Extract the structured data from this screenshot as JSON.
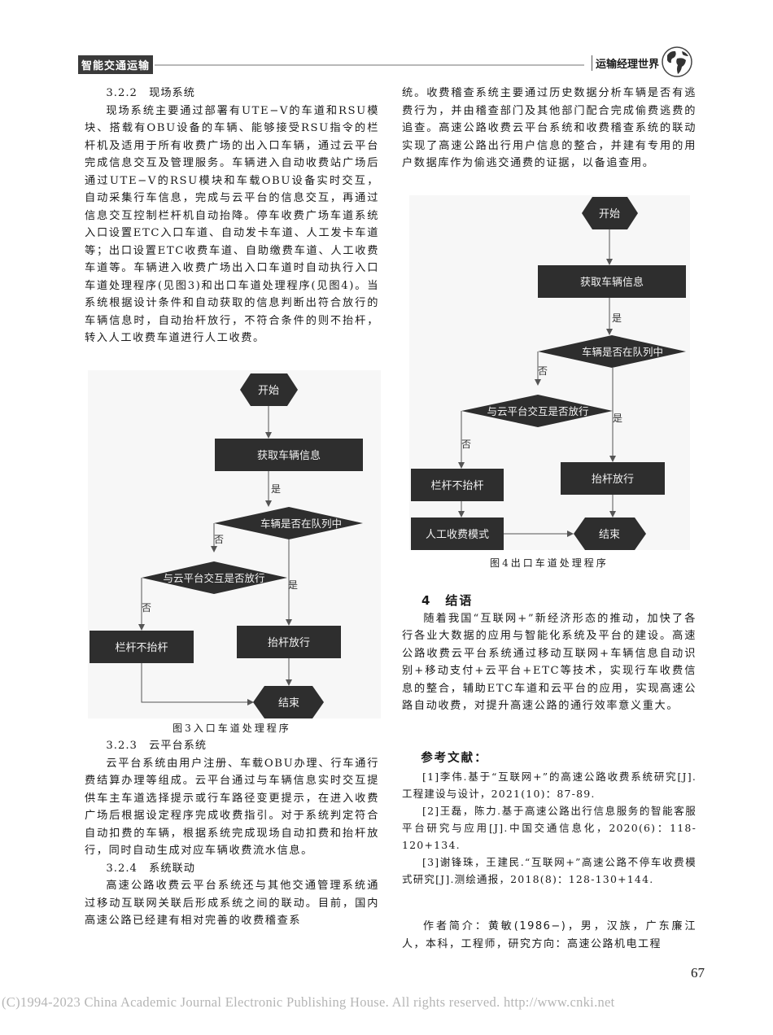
{
  "header": {
    "journal_section": "智能交通运输",
    "magazine_name": "运输经理世界",
    "globe_icon": "globe-icon"
  },
  "left_column": {
    "sec_322_title": "3.2.2　现场系统",
    "sec_322_body": "现场系统主要通过部署有UTE−V的车道和RSU模块、搭载有OBU设备的车辆、能够接受RSU指令的栏杆机及适用于所有收费广场的出入口车辆，通过云平台完成信息交互及管理服务。车辆进入自动收费站广场后通过UTE−V的RSU模块和车载OBU设备实时交互，自动采集行车信息，完成与云平台的信息交互，再通过信息交互控制栏杆机自动抬降。停车收费广场车道系统入口设置ETC入口车道、自动发卡车道、人工发卡车道等；出口设置ETC收费车道、自助缴费车道、人工收费车道等。车辆进入收费广场出入口车道时自动执行入口车道处理程序(见图3)和出口车道处理程序(见图4)。当系统根据设计条件和自动获取的信息判断出符合放行的车辆信息时，自动抬杆放行，不符合条件的则不抬杆，转入人工收费车道进行人工收费。",
    "sec_323_title": "3.2.3　云平台系统",
    "sec_323_body": "云平台系统由用户注册、车载OBU办理、行车通行费结算办理等组成。云平台通过与车辆信息实时交互提供车主车道选择提示或行车路径变更提示，在进入收费广场后根据设定程序完成收费指引。对于系统判定符合自动扣费的车辆，根据系统完成现场自动扣费和抬杆放行，同时自动生成对应车辆收费流水信息。",
    "sec_324_title": "3.2.4　系统联动",
    "sec_324_body": "高速公路收费云平台系统还与其他交通管理系统通过移动互联网关联后形成系统之间的联动。目前，国内高速公路已经建有相对完善的收费稽查系"
  },
  "right_column": {
    "continued_body": "统。收费稽查系统主要通过历史数据分析车辆是否有逃费行为，并由稽查部门及其他部门配合完成偷费逃费的追查。高速公路收费云平台系统和收费稽查系统的联动实现了高速公路出行用户信息的整合，并建有专用的用户数据库作为偷逃交通费的证据，以备追查用。",
    "sec_4_title": "4　结语",
    "sec_4_body": "随着我国“互联网+”新经济形态的推动，加快了各行各业大数据的应用与智能化系统及平台的建设。高速公路收费云平台系统通过移动互联网+车辆信息自动识别+移动支付+云平台+ETC等技术，实现行车收费信息的整合，辅助ETC车道和云平台的应用，实现高速公路自动收费，对提升高速公路的通行效率意义重大。",
    "references_title": "参考文献：",
    "references": [
      "[1]李伟.基于“互联网+”的高速公路收费系统研究[J].工程建设与设计，2021(10)：87-89.",
      "[2]王磊，陈力.基于高速公路出行信息服务的智能客服平台研究与应用[J].中国交通信息化，2020(6)：118-120+134.",
      "[3]谢锋珠，王建民.“互联网+”高速公路不停车收费模式研究[J].测绘通报，2018(8)：128-130+144."
    ],
    "author_bio": "作者简介：黄敏(1986−)，男，汉族，广东廉江人，本科，工程师，研究方向：高速公路机电工程"
  },
  "figure3": {
    "caption": "图3入口车道处理程序",
    "nodes": {
      "start": "开始",
      "get_info": "获取车辆信息",
      "in_queue": "车辆是否在队列中",
      "cloud_release": "与云平台交互是否放行",
      "no_lift": "栏杆不抬杆",
      "lift_release": "抬杆放行",
      "end": "结束"
    },
    "labels": {
      "yes1": "是",
      "no1": "否",
      "yes2": "是",
      "no2": "否"
    }
  },
  "figure4": {
    "caption": "图4出口车道处理程序",
    "nodes": {
      "start": "开始",
      "get_info": "获取车辆信息",
      "in_queue": "车辆是否在队列中",
      "cloud_release": "与云平台交互是否放行",
      "no_lift": "栏杆不抬杆",
      "manual_mode": "人工收费模式",
      "lift_release": "抬杆放行",
      "end": "结束"
    },
    "labels": {
      "yes1": "是",
      "no1": "否",
      "yes2": "是",
      "no2": "否"
    }
  },
  "page_number": "67",
  "footer": "(C)1994-2023 China Academic Journal Electronic Publishing House. All rights reserved.    http://www.cnki.net",
  "colors": {
    "node_fill": "#2e2e2e",
    "node_text": "#f2f2f2",
    "arrow": "#555555",
    "header_bar": "#3a3a3a"
  }
}
